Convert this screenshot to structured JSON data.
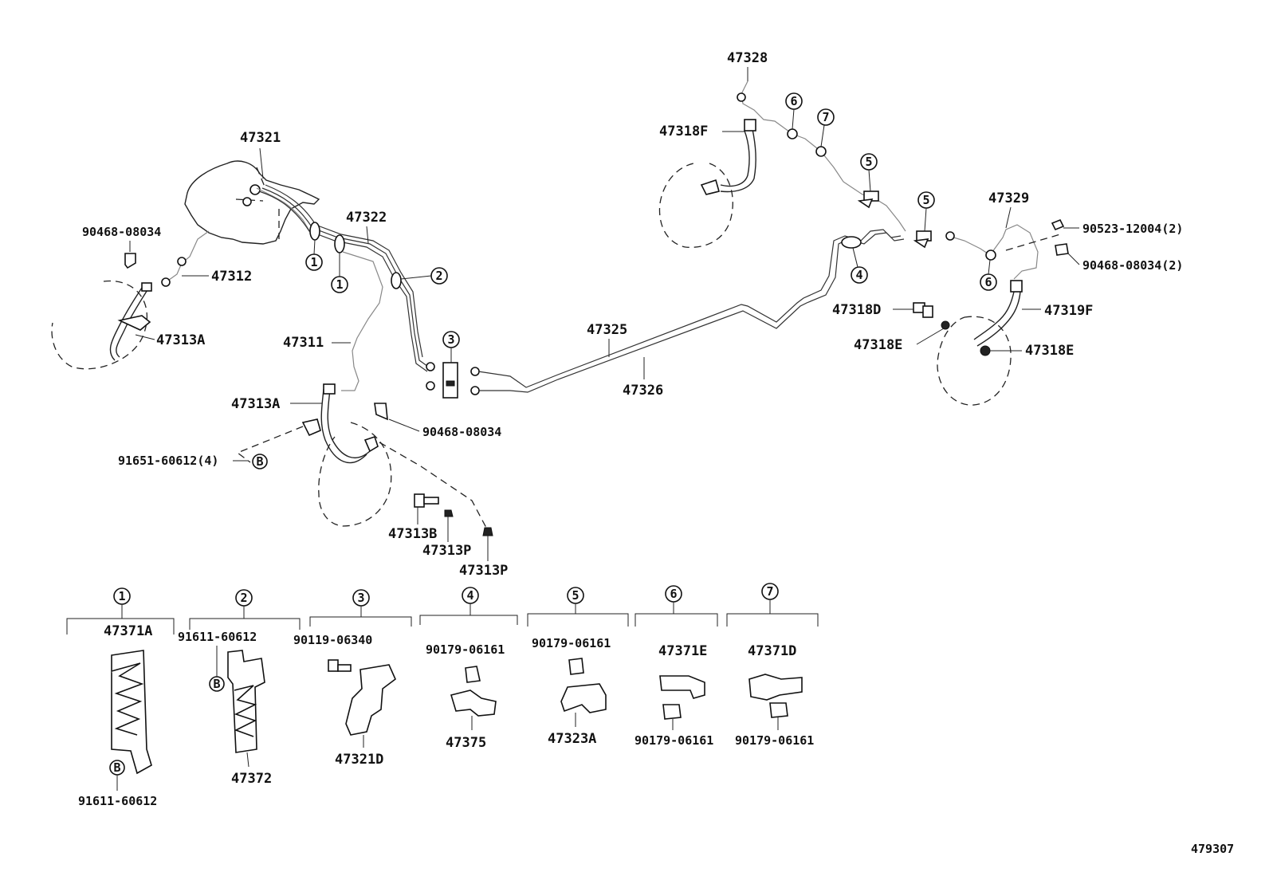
{
  "labels": {
    "p47328": "47328",
    "p47318F": "47318F",
    "p47321": "47321",
    "p47322": "47322",
    "p90468_08034_a": "90468-08034",
    "p47312": "47312",
    "p47313A_a": "47313A",
    "p47311": "47311",
    "p47313A_b": "47313A",
    "p90468_08034_b": "90468-08034",
    "p91651": "91651-60612(4)",
    "p47313B": "47313B",
    "p47313P_a": "47313P",
    "p47313P_b": "47313P",
    "p47325": "47325",
    "p47326": "47326",
    "p47329": "47329",
    "p90523": "90523-12004(2)",
    "p90468_08034_c": "90468-08034(2)",
    "p47318D": "47318D",
    "p47318E_a": "47318E",
    "p47318E_b": "47318E",
    "p47319F": "47319F",
    "figure_code": "479307"
  },
  "callouts": {
    "c1": "1",
    "c2": "2",
    "c3": "3",
    "c4": "4",
    "c5": "5",
    "c6": "6",
    "c7": "7",
    "bolt_mark": "B"
  },
  "legend": {
    "g1": {
      "num": "1",
      "top": "47371A",
      "bottom": "91611-60612",
      "mark": "B"
    },
    "g2": {
      "num": "2",
      "top": "91611-60612",
      "bottom": "47372",
      "mark": "B"
    },
    "g3": {
      "num": "3",
      "top": "90119-06340",
      "bottom": "47321D"
    },
    "g4": {
      "num": "4",
      "top": "90179-06161",
      "bottom": "47375"
    },
    "g5": {
      "num": "5",
      "top": "90179-06161",
      "bottom": "47323A"
    },
    "g6": {
      "num": "6",
      "top": "47371E",
      "bottom": "90179-06161"
    },
    "g7": {
      "num": "7",
      "top": "47371D",
      "bottom": "90179-06161"
    }
  }
}
